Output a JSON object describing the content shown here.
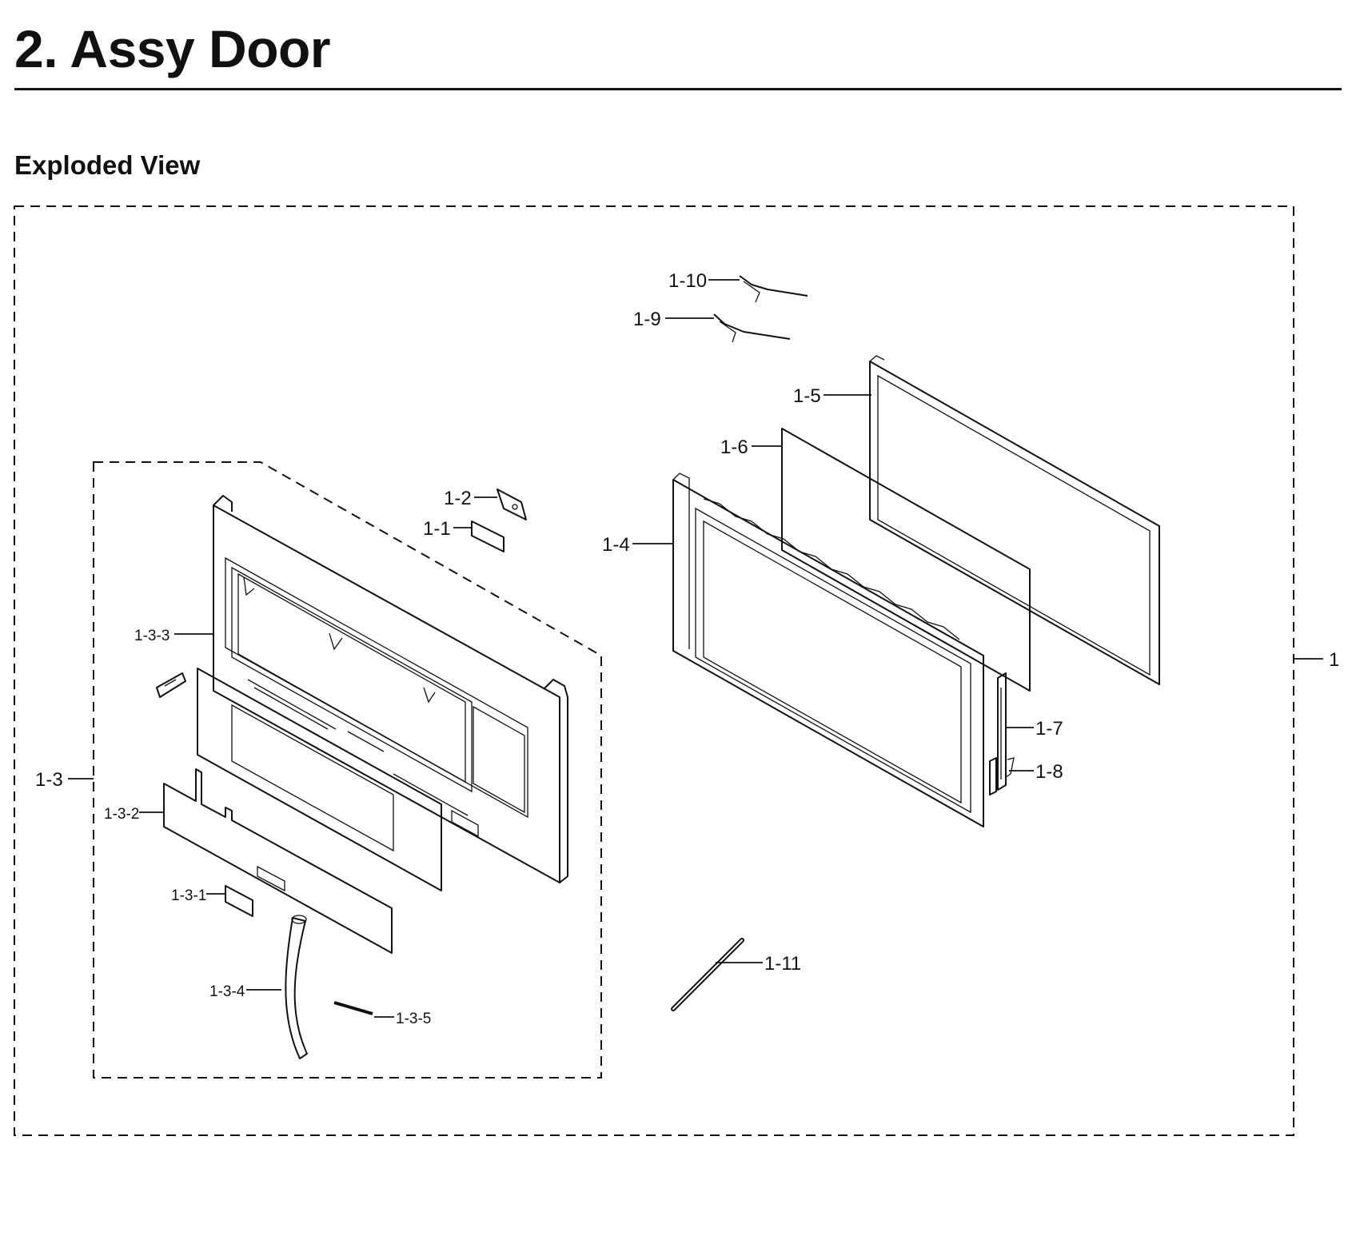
{
  "header": {
    "title": "2.  Assy Door",
    "subtitle": "Exploded View"
  },
  "callouts": {
    "assembly": "1",
    "p1_1": "1-1",
    "p1_2": "1-2",
    "p1_3": "1-3",
    "p1_3_1": "1-3-1",
    "p1_3_2": "1-3-2",
    "p1_3_3": "1-3-3",
    "p1_3_4": "1-3-4",
    "p1_3_5": "1-3-5",
    "p1_4": "1-4",
    "p1_5": "1-5",
    "p1_6": "1-6",
    "p1_7": "1-7",
    "p1_8": "1-8",
    "p1_9": "1-9",
    "p1_10": "1-10",
    "p1_11": "1-11"
  }
}
